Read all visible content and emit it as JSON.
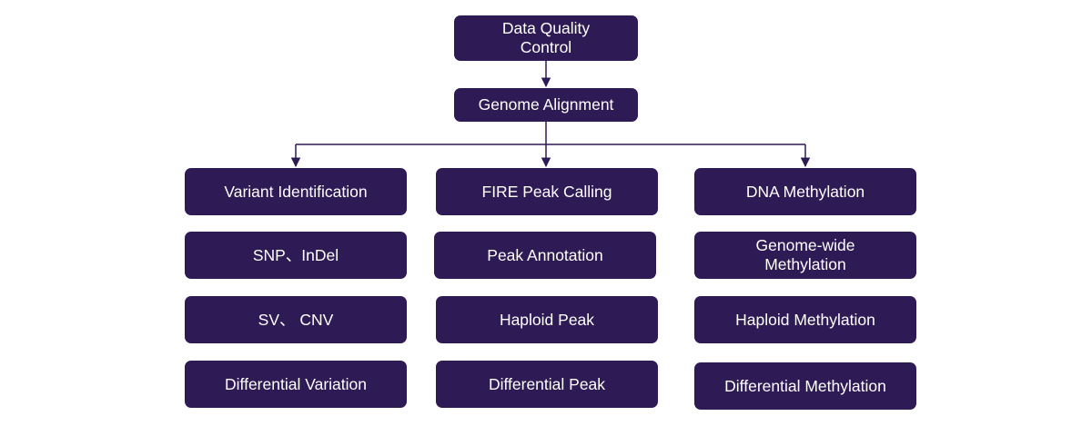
{
  "diagram": {
    "top": {
      "quality_control": "Data Quality\nControl",
      "alignment": "Genome Alignment"
    },
    "columns": [
      {
        "header": "Variant Identification",
        "items": [
          "SNP、InDel",
          "SV、 CNV",
          "Differential Variation"
        ]
      },
      {
        "header": "FIRE Peak Calling",
        "items": [
          "Peak Annotation",
          "Haploid Peak",
          "Differential Peak"
        ]
      },
      {
        "header": "DNA Methylation",
        "items": [
          "Genome-wide\nMethylation",
          "Haploid Methylation",
          "Differential Methylation"
        ]
      }
    ],
    "colors": {
      "box_fill": "#2e1a54",
      "connector": "#2e1a54",
      "text": "#ffffff"
    }
  }
}
